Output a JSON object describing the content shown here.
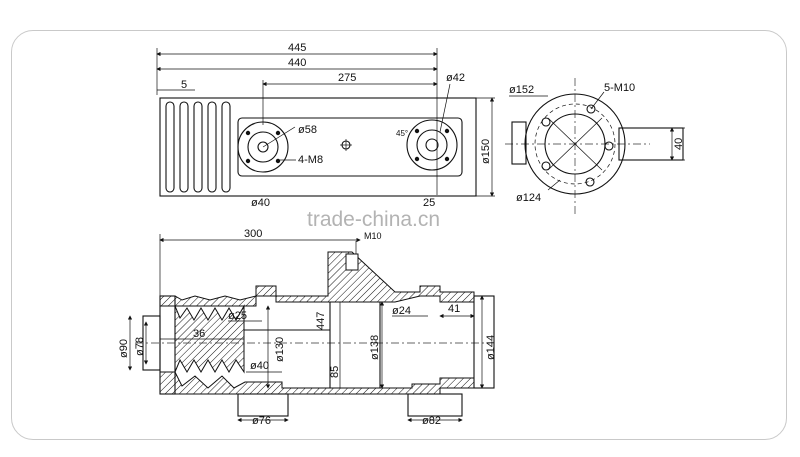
{
  "watermark": "trade-china.cn",
  "top_view": {
    "dims": {
      "d445": "445",
      "d440": "440",
      "d275": "275",
      "d5": "5",
      "dia42": "ø42",
      "dia58": "ø58",
      "bolt_m8": "4-M8",
      "dia150": "ø150",
      "dia40": "ø40",
      "d25": "25"
    }
  },
  "end_view": {
    "dims": {
      "dia152": "ø152",
      "bolt_m10": "5-M10",
      "dia124": "ø124",
      "d40": "40"
    }
  },
  "section_view": {
    "dims": {
      "d300": "300",
      "m10": "M10",
      "dia25": "ø25",
      "dia24": "ø24",
      "d41": "41",
      "dia90": "ø90",
      "dia78": "ø78",
      "d36": "36",
      "dia130": "ø130",
      "d447": "447",
      "dia138": "ø138",
      "dia144": "ø144",
      "dia40": "ø40",
      "d85": "85",
      "dia76": "ø76",
      "dia82": "ø82"
    }
  }
}
